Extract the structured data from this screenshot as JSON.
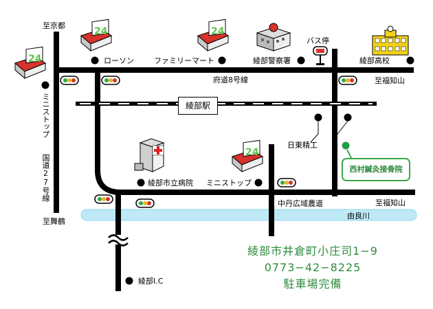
{
  "colors": {
    "road": "#000000",
    "river": "#bfe9f6",
    "river_edge": "#8fd8ee",
    "clinic_green": "#2e8b3c",
    "clinic_dot": "#1e9e46",
    "hospital_cross": "#e02020",
    "school_yellow": "#f2d21a",
    "store_green": "#5ec24a",
    "store_red": "#d8322c"
  },
  "icons": [
    "convenience-store-24-icon",
    "police-station-icon",
    "bus-stop-icon",
    "school-icon",
    "hospital-icon",
    "traffic-light-icon",
    "landmark-dot-icon",
    "road-break-icon"
  ],
  "labels": {
    "to_kyoto": "至京都",
    "lawson": "ローソン",
    "family_mart": "ファミリーマート",
    "police": "綾部警察署",
    "bus_stop": "バス停",
    "high_school": "綾部高校",
    "to_fukuchiyama_top": "至福知山",
    "prefectural_road": "府道8号線",
    "ministop_left": "ミニストップ",
    "national_road": "国道27号線",
    "station": "綾部駅",
    "nitto_seiko": "日東精工",
    "clinic": "西村鍼灸接骨院",
    "hospital": "綾部市立病院",
    "ministop_center": "ミニストップ",
    "nakatan_road": "中丹広域農道",
    "to_fukuchiyama_bottom": "至福知山",
    "to_maizuru": "至舞鶴",
    "yura_river": "由良川",
    "ayabe_ic": "綾部I.C"
  },
  "info": {
    "address": "綾部市井倉町小庄司1−9",
    "phone": "0773−42−8225",
    "parking": "駐車場完備"
  }
}
